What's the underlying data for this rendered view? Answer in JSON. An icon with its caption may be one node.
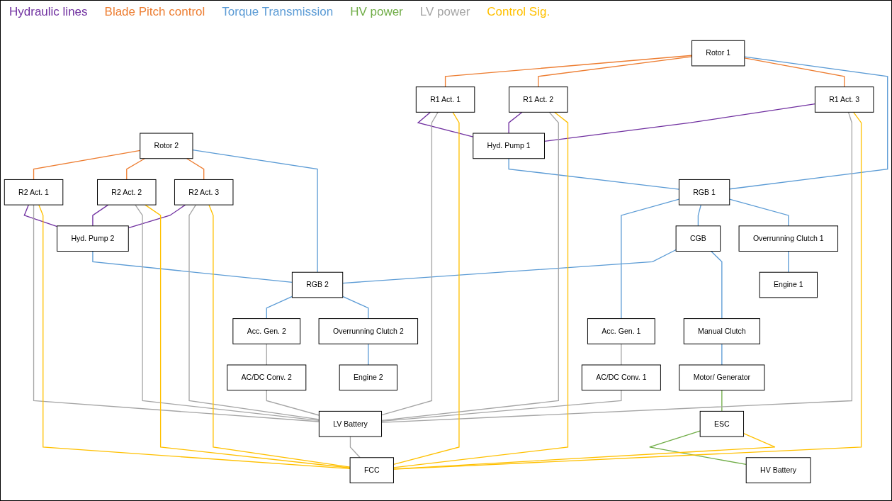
{
  "diagram": {
    "nodes": [
      {
        "text": [
          "R1 Act. 1"
        ]
      },
      {
        "text": [
          "R2 Act. 1"
        ]
      },
      {
        "text": [
          "R1 Act. 2"
        ]
      },
      {
        "text": [
          "Rotor 1"
        ]
      },
      {
        "text": [
          "Rotor 2"
        ]
      },
      {
        "text": [
          "R2 Act. 2"
        ]
      },
      {
        "text": [
          "R1 Act. 3"
        ]
      },
      {
        "text": [
          "R2 Act. 3"
        ]
      },
      {
        "text": [
          "Hyd. Pump 1"
        ]
      },
      {
        "text": [
          "RGB 1"
        ]
      },
      {
        "text": [
          "CGB"
        ]
      },
      {
        "text": [
          "RGB 2"
        ]
      },
      {
        "text": [
          "Hyd. Pump 2"
        ]
      },
      {
        "text": [
          "Overrunning Clutch 1"
        ]
      },
      {
        "text": [
          "Manual Clutch"
        ]
      },
      {
        "text": [
          "Overrunning Clutch 2"
        ]
      },
      {
        "text": [
          "Acc. Gen. 1"
        ]
      },
      {
        "text": [
          "Acc. Gen. 2"
        ]
      },
      {
        "text": [
          "Engine 1"
        ]
      },
      {
        "text": [
          "Motor/ Generator"
        ]
      },
      {
        "text": [
          "Engine 2"
        ]
      },
      {
        "text": [
          "AC/DC Conv. 1"
        ]
      },
      {
        "text": [
          "AC/DC Conv. 2"
        ]
      },
      {
        "text": [
          "ESC"
        ]
      },
      {
        "text": [
          "HV Battery"
        ]
      },
      {
        "text": [
          "LV Battery"
        ]
      },
      {
        "text": [
          "FCC"
        ]
      }
    ],
    "edges": [
      {
        "from": 3,
        "to": 0,
        "arrow": "none",
        "color": "#ed7d31"
      },
      {
        "from": 3,
        "to": 2,
        "arrow": "none",
        "color": "#ed7d31"
      },
      {
        "from": 3,
        "to": 6,
        "arrow": "none",
        "color": "#ed7d31"
      },
      {
        "from": 4,
        "to": 1,
        "arrow": "none",
        "color": "#ed7d31"
      },
      {
        "from": 4,
        "to": 5,
        "arrow": "none",
        "color": "#ed7d31"
      },
      {
        "from": 4,
        "to": 7,
        "arrow": "none",
        "color": "#ed7d31"
      },
      {
        "from": 0,
        "to": 8,
        "arrow": "none",
        "color": "#7030a0"
      },
      {
        "from": 2,
        "to": 8,
        "arrow": "none",
        "color": "#7030a0"
      },
      {
        "from": 6,
        "to": 8,
        "arrow": "none",
        "color": "#7030a0"
      },
      {
        "from": 1,
        "to": 12,
        "arrow": "none",
        "color": "#7030a0"
      },
      {
        "from": 5,
        "to": 12,
        "arrow": "none",
        "color": "#7030a0"
      },
      {
        "from": 7,
        "to": 12,
        "arrow": "none",
        "color": "#7030a0"
      },
      {
        "from": 3,
        "to": 9,
        "arrow": "none"
      },
      {
        "from": 4,
        "to": 11,
        "arrow": "none"
      },
      {
        "from": 8,
        "to": 9,
        "arrow": "none"
      },
      {
        "from": 9,
        "to": 16,
        "arrow": "none"
      },
      {
        "from": 9,
        "to": 10,
        "arrow": "none"
      },
      {
        "from": 10,
        "to": 11,
        "arrow": "none"
      },
      {
        "from": 12,
        "to": 11,
        "arrow": "none"
      },
      {
        "from": 11,
        "to": 17,
        "arrow": "none"
      },
      {
        "from": 9,
        "to": 13,
        "arrow": "none"
      },
      {
        "from": 13,
        "to": 18,
        "arrow": "none"
      },
      {
        "from": 10,
        "to": 14,
        "arrow": "none"
      },
      {
        "from": 14,
        "to": 19,
        "arrow": "none"
      },
      {
        "from": 11,
        "to": 15,
        "arrow": "none"
      },
      {
        "from": 15,
        "to": 20,
        "arrow": "none"
      },
      {
        "from": 19,
        "to": 23,
        "arrow": "none",
        "color": "#70ad47"
      },
      {
        "from": 23,
        "to": 24,
        "arrow": "none",
        "color": "#70ad47"
      },
      {
        "from": 16,
        "to": 21,
        "arrow": "none",
        "color": "#a5a5a5"
      },
      {
        "from": 17,
        "to": 22,
        "arrow": "none",
        "color": "#a5a5a5"
      },
      {
        "from": 21,
        "to": 25,
        "arrow": "none",
        "color": "#a5a5a5"
      },
      {
        "from": 0,
        "to": 25,
        "arrow": "none",
        "color": "#a5a5a5"
      },
      {
        "from": 2,
        "to": 25,
        "arrow": "none",
        "color": "#a5a5a5"
      },
      {
        "from": 6,
        "to": 25,
        "arrow": "none",
        "color": "#a5a5a5"
      },
      {
        "from": 7,
        "to": 25,
        "arrow": "none",
        "color": "#a5a5a5"
      },
      {
        "from": 5,
        "to": 25,
        "arrow": "none",
        "color": "#a5a5a5"
      },
      {
        "from": 1,
        "to": 25,
        "arrow": "none",
        "color": "#a5a5a5"
      },
      {
        "from": 22,
        "to": 25,
        "arrow": "none",
        "color": "#a5a5a5"
      },
      {
        "from": 25,
        "to": 26,
        "arrow": "none",
        "color": "#a5a5a5"
      },
      {
        "from": 0,
        "to": 26,
        "arrow": "none",
        "color": "#ffc000"
      },
      {
        "from": 2,
        "to": 26,
        "arrow": "none",
        "color": "#ffc000"
      },
      {
        "from": 6,
        "to": 26,
        "arrow": "none",
        "color": "#ffc000"
      },
      {
        "from": 23,
        "to": 26,
        "arrow": "none",
        "color": "#ffc000"
      },
      {
        "from": 7,
        "to": 26,
        "arrow": "none",
        "color": "#ffc000"
      },
      {
        "from": 5,
        "to": 26,
        "arrow": "none",
        "color": "#ffc000"
      },
      {
        "from": 1,
        "to": 26,
        "arrow": "none",
        "color": "#ffc000"
      }
    ],
    "labels": [
      "Hydraulic lines",
      "Blade Pitch control",
      "Torque Transmission",
      "HV power",
      "LV power",
      "Control Sig."
    ]
  }
}
